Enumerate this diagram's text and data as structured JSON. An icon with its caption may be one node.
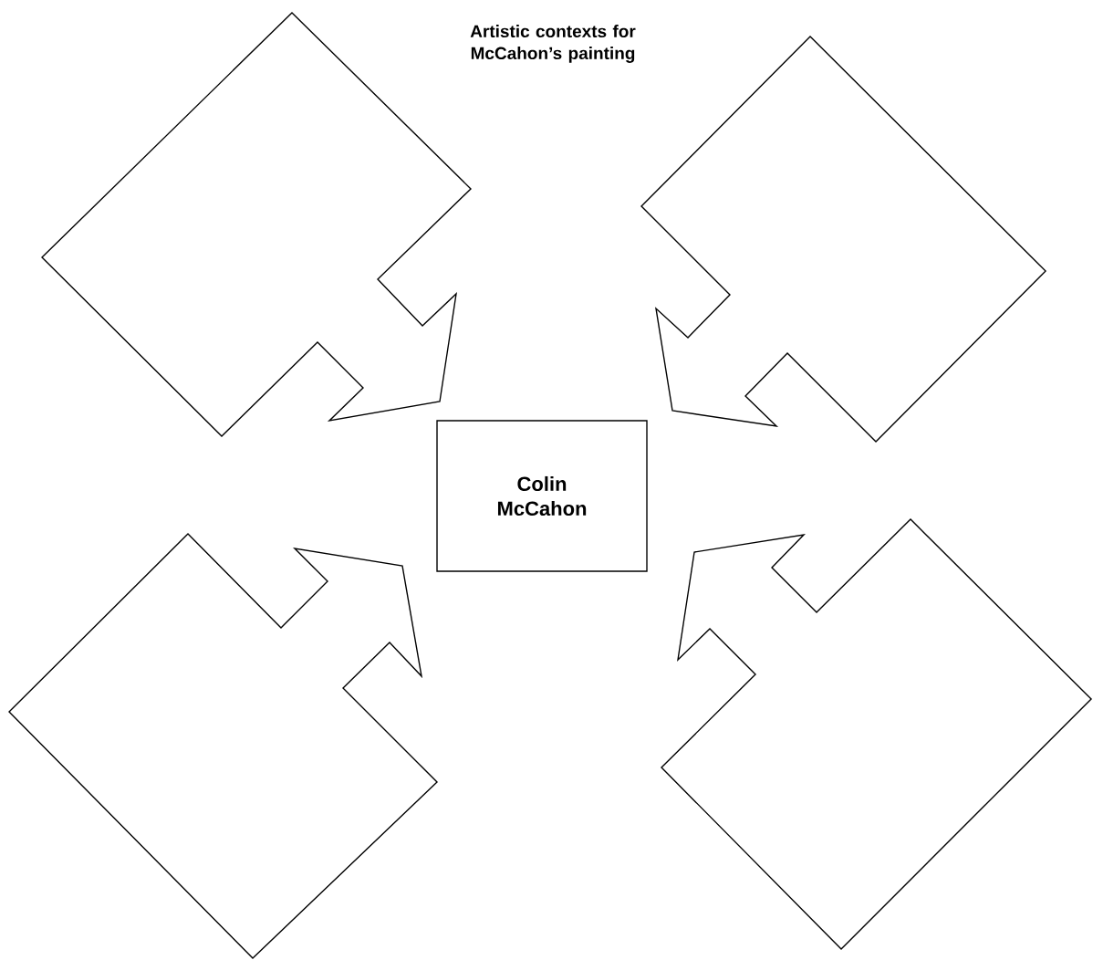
{
  "diagram": {
    "title": "Artistic contexts for McCahon’s painting",
    "nodes": [
      {
        "text": [],
        "shape": "callout"
      },
      {
        "text": [],
        "shape": "callout"
      },
      {
        "text": [
          "Colin McCahon"
        ]
      },
      {
        "text": [],
        "shape": "callout"
      },
      {
        "text": [],
        "shape": "callout"
      }
    ]
  }
}
